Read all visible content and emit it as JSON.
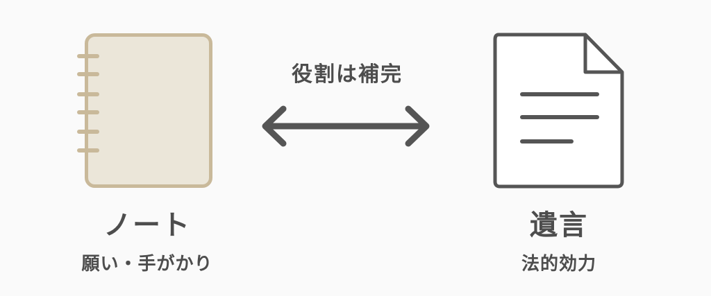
{
  "left": {
    "icon": "notebook-icon",
    "title": "ノート",
    "subtitle": "願い・手がかり",
    "colors": {
      "stroke": "#c9b99a",
      "fill": "#ebe6d9"
    }
  },
  "center": {
    "label": "役割は補完",
    "icon": "double-arrow-icon",
    "color": "#555555"
  },
  "right": {
    "icon": "document-icon",
    "title": "遺言",
    "subtitle": "法的効力",
    "colors": {
      "stroke": "#555555",
      "fill": "#ffffff"
    }
  }
}
